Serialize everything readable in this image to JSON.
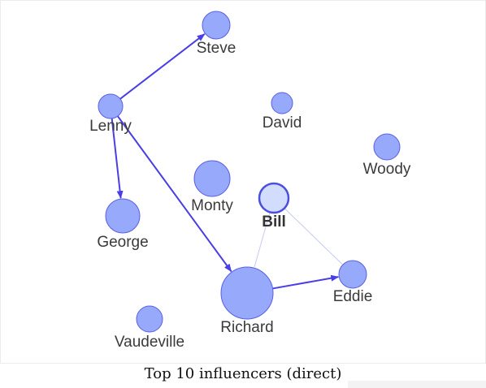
{
  "graph": {
    "nodes": [
      {
        "id": "steve",
        "label": "Steve",
        "selected": false
      },
      {
        "id": "lenny",
        "label": "Lenny",
        "selected": false
      },
      {
        "id": "david",
        "label": "David",
        "selected": false
      },
      {
        "id": "woody",
        "label": "Woody",
        "selected": false
      },
      {
        "id": "monty",
        "label": "Monty",
        "selected": false
      },
      {
        "id": "bill",
        "label": "Bill",
        "selected": true
      },
      {
        "id": "george",
        "label": "George",
        "selected": false
      },
      {
        "id": "eddie",
        "label": "Eddie",
        "selected": false
      },
      {
        "id": "richard",
        "label": "Richard",
        "selected": false
      },
      {
        "id": "vaudeville",
        "label": "Vaudeville",
        "selected": false
      }
    ],
    "edges": [
      {
        "from": "lenny",
        "to": "steve",
        "directed": true,
        "highlighted": true
      },
      {
        "from": "lenny",
        "to": "george",
        "directed": true,
        "highlighted": true
      },
      {
        "from": "lenny",
        "to": "richard",
        "directed": true,
        "highlighted": true
      },
      {
        "from": "richard",
        "to": "eddie",
        "directed": true,
        "highlighted": true
      },
      {
        "from": "bill",
        "to": "richard",
        "directed": false,
        "highlighted": false
      },
      {
        "from": "bill",
        "to": "eddie",
        "directed": false,
        "highlighted": false
      }
    ]
  },
  "caption": "Top 10 influencers (direct)",
  "colors": {
    "node_fill": "#97a9fb",
    "node_stroke": "#5b5ee6",
    "selected_fill": "#d2dcfc",
    "selected_stroke": "#4b4fe0",
    "edge_highlight": "#4a3ee6",
    "edge_faint": "#c7c9f3"
  }
}
